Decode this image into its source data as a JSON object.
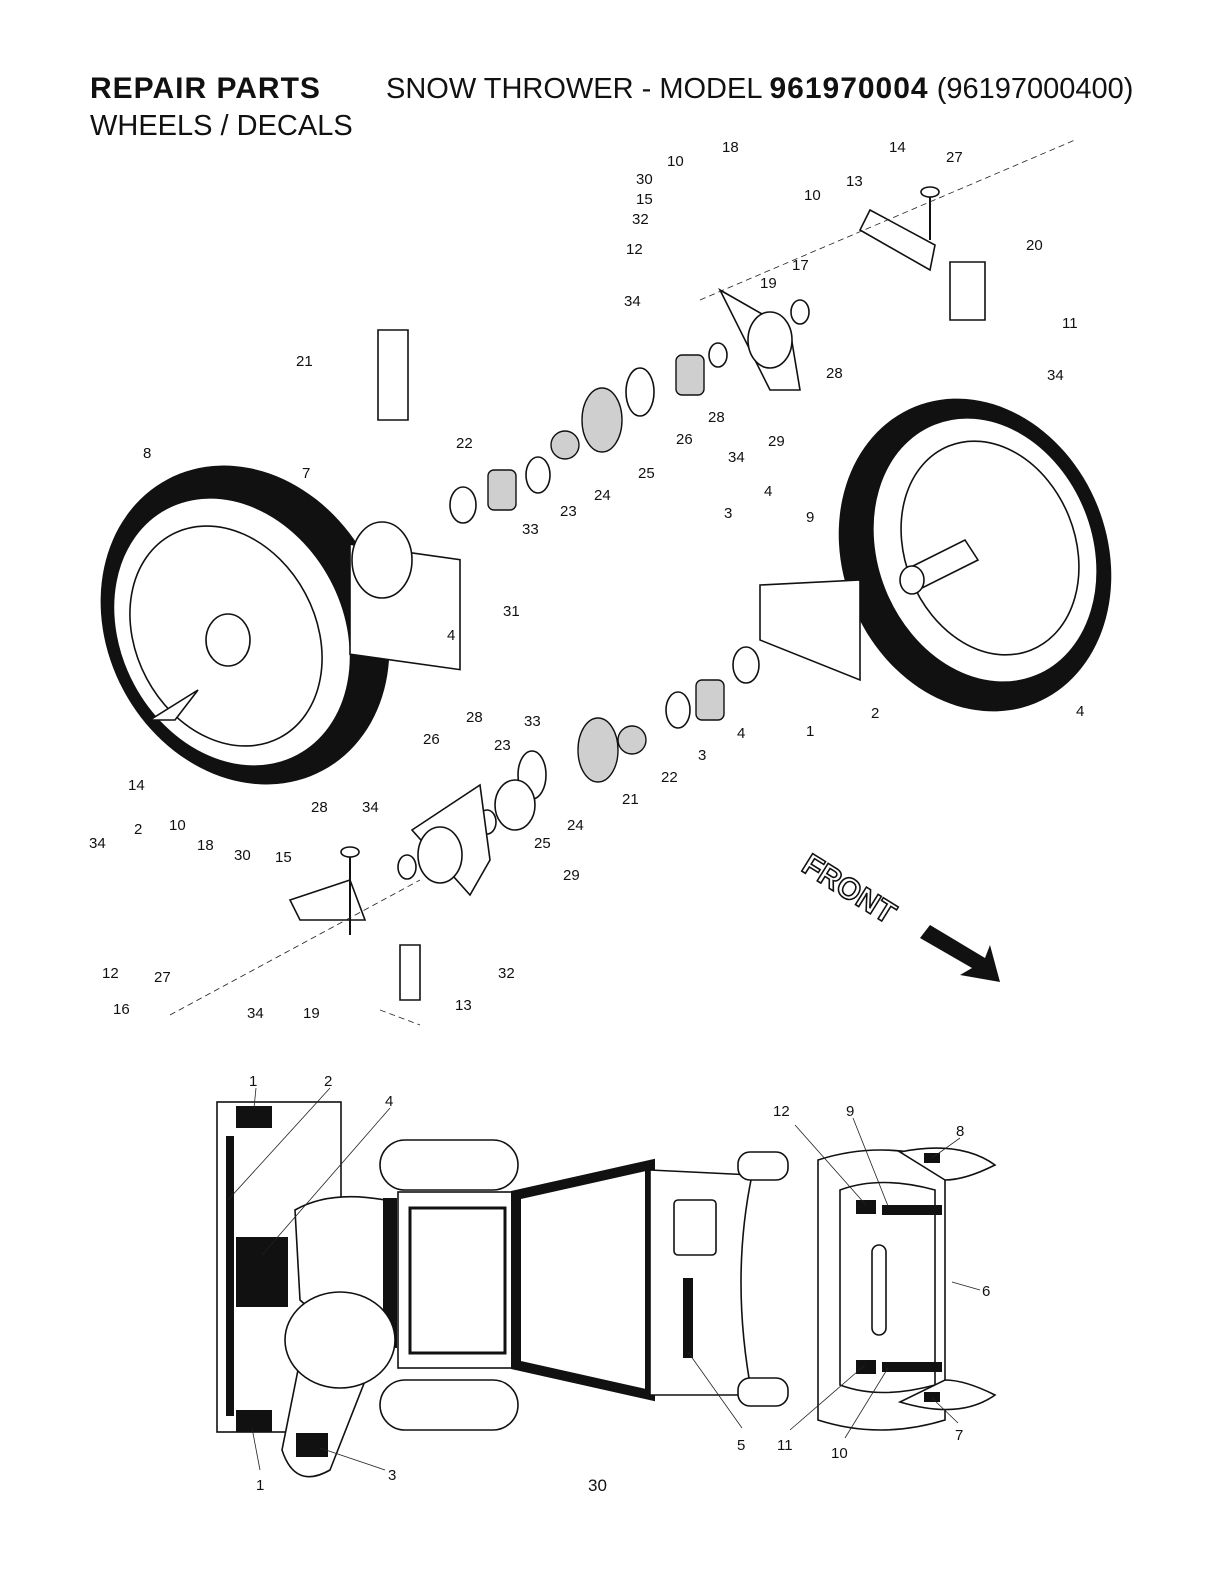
{
  "header": {
    "section": "REPAIR PARTS",
    "product_prefix": "SNOW THROWER - MODEL ",
    "model": "961970004",
    "model_suffix": "(96197000400)",
    "subtitle": "WHEELS / DECALS"
  },
  "page_number": "30",
  "front_label": "FRONT",
  "wheels_callouts": [
    "18",
    "10",
    "30",
    "15",
    "32",
    "12",
    "10",
    "17",
    "19",
    "14",
    "27",
    "13",
    "20",
    "11",
    "34",
    "28",
    "29",
    "34",
    "28",
    "26",
    "25",
    "24",
    "23",
    "33",
    "22",
    "21",
    "8",
    "7",
    "31",
    "4",
    "3",
    "4",
    "9",
    "34",
    "4",
    "2",
    "1",
    "4",
    "3",
    "22",
    "21",
    "33",
    "23",
    "24",
    "25",
    "26",
    "28",
    "29",
    "34",
    "28",
    "14",
    "34",
    "2",
    "10",
    "18",
    "30",
    "15",
    "12",
    "27",
    "16",
    "34",
    "19",
    "32",
    "13",
    "11",
    "20"
  ],
  "decal_callouts": [
    "1",
    "2",
    "4",
    "1",
    "3",
    "5",
    "12",
    "9",
    "8",
    "6",
    "11",
    "10",
    "7"
  ]
}
